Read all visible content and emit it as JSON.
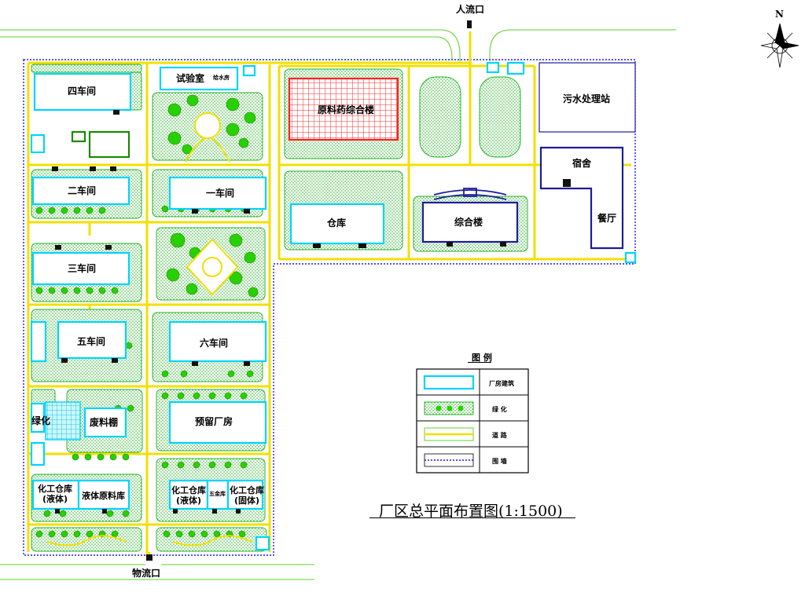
{
  "entrances": {
    "people": "人流口",
    "goods": "物流口"
  },
  "compass": {
    "north": "N"
  },
  "buildings": {
    "workshop4": "四车间",
    "workshop2": "二车间",
    "workshop1": "一车间",
    "workshop3": "三车间",
    "workshop5": "五车间",
    "workshop6": "六车间",
    "lab": "试验室",
    "reserved_plant": "预留厂房",
    "waste_shed": "废料棚",
    "chem_store_liquid": "化工仓库\n(液体)",
    "liquid_raw_store": "液体原料库",
    "chem_store_liquid_2": "化工仓库\n(液体)",
    "chem_store_solid": "化工仓库\n(固体)",
    "raw_material_building": "原料药综合楼",
    "warehouse": "仓库",
    "complex_building": "综合楼",
    "dormitory": "宿舍",
    "canteen": "餐厅",
    "sewage_station": "污水处理站",
    "pump_house": "给水房",
    "five_store": "五金库",
    "left_side_small": "绿化"
  },
  "legend": {
    "title": "图 例",
    "items": [
      {
        "label": "厂房建筑"
      },
      {
        "label": "绿 化"
      },
      {
        "label": "道 路"
      },
      {
        "label": "围 墙"
      }
    ]
  },
  "plan_title": "厂区总平面布置图(1:1500)",
  "colors": {
    "road": "#f2e000",
    "building_cyan": "#00e5ff",
    "wall_blue": "#1a1aff",
    "green": "#28d000",
    "hatch_green": "#9aeb9a",
    "red": "#ff2222",
    "navy": "#1c1c9c",
    "street": "#7ed957"
  }
}
